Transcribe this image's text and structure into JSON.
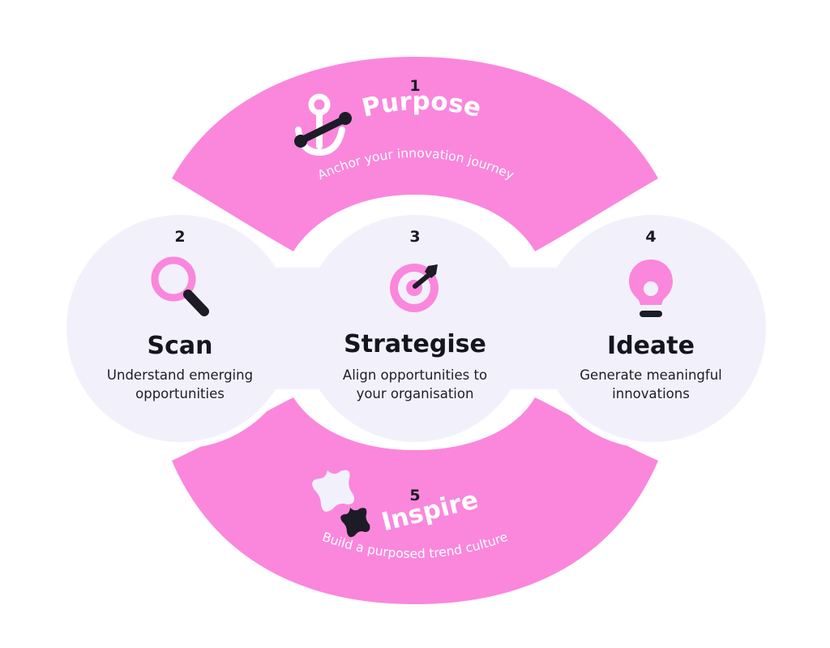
{
  "colors": {
    "pink": "#fa87dc",
    "light": "#f2f1fb",
    "dark": "#1c1b26",
    "white": "#ffffff"
  },
  "steps": {
    "purpose": {
      "number": "1",
      "title": "Purpose",
      "subtitle": "Anchor your innovation journey",
      "icon": "anchor-icon"
    },
    "scan": {
      "number": "2",
      "title": "Scan",
      "subtitle_line1": "Understand emerging",
      "subtitle_line2": "opportunities",
      "icon": "magnifier-icon"
    },
    "strategise": {
      "number": "3",
      "title": "Strategise",
      "subtitle_line1": "Align opportunities to",
      "subtitle_line2": "your organisation",
      "icon": "target-icon"
    },
    "ideate": {
      "number": "4",
      "title": "Ideate",
      "subtitle_line1": "Generate meaningful",
      "subtitle_line2": "innovations",
      "icon": "lightbulb-icon"
    },
    "inspire": {
      "number": "5",
      "title": "Inspire",
      "subtitle": "Build a purposed trend culture",
      "icon": "sparkle-icon"
    }
  }
}
